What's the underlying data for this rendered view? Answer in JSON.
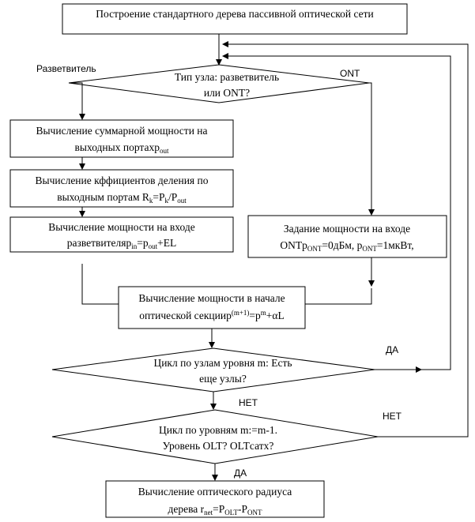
{
  "nodes": {
    "build_tree": {
      "line1": "Построение стандартного дерева пассивной оптической сети"
    },
    "node_type": {
      "line1": "Тип узла: разветвитель",
      "line2": "или ONT?"
    },
    "sum_power": {
      "line1": "Вычисление суммарной мощности на",
      "line2_main": "выходных портахp",
      "line2_sub": "out"
    },
    "split_coef": {
      "line1": "Вычисление кффициентов деления по",
      "line2_a": "выходным портам R",
      "line2_sub1": "k",
      "line2_b": "=P",
      "line2_sub2": "k",
      "line2_c": "/P",
      "line2_sub3": "out"
    },
    "input_power": {
      "line1": "Вычисление мощности на входе",
      "line2_a": "разветвителяp",
      "line2_sub1": "in",
      "line2_b": "=p",
      "line2_sub2": "out",
      "line2_c": "+EL"
    },
    "ont_power": {
      "line1": "Задание мощности на входе",
      "line2_a": "ONTp",
      "line2_sub1": "ONT",
      "line2_b": "=0дБм, p",
      "line2_sub2": "ONT",
      "line2_c": "=1мкВт,"
    },
    "section_power": {
      "line1": "Вычисление  мощности в начале",
      "line2_a": "оптической секциир",
      "line2_sup1": "(m+1)",
      "line2_b": "=p",
      "line2_sup2": "m",
      "line2_c": "+αL"
    },
    "level_loop": {
      "line1": "Цикл по узлам уровня m: Есть",
      "line2": "еще узлы?"
    },
    "levels_loop": {
      "line1": "Цикл  по  уровням  m:=m-1.",
      "line2": "Уровень OLT? OLTсатх?"
    },
    "radius": {
      "line1": "Вычисление оптического радиуса",
      "line2_a": "дерева r",
      "line2_sub1": "net",
      "line2_b": "=P",
      "line2_sub2": "OLT",
      "line2_c": "-P",
      "line2_sub3": "ONT"
    }
  },
  "labels": {
    "splitter": "Разветвитель",
    "ont": "ONT",
    "yes_loop": "ДА",
    "no_loop": "НЕТ",
    "no_levels": "НЕТ",
    "yes_levels": "ДА"
  }
}
